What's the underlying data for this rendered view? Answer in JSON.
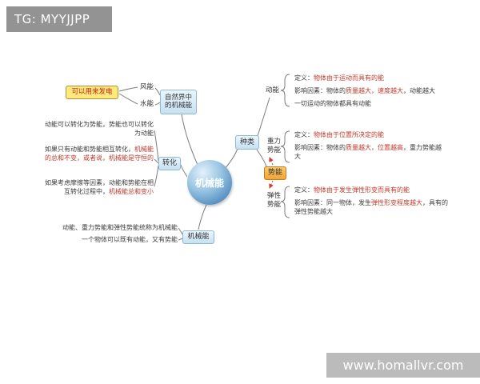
{
  "watermarks": {
    "top_left": "TG: MYYJJPP",
    "bottom_right": "www.homallvr.com"
  },
  "colors": {
    "node_blue": "#c6e1f2",
    "potential_orange": "#f2a435",
    "power_yellow": "#ffe97a",
    "highlight_red": "#c0392b"
  },
  "root": {
    "label": "机械能"
  },
  "types": {
    "label": "种类",
    "kinetic": {
      "label": "动能",
      "def_label": "定义：",
      "def": "物体由于运动而具有的能",
      "factors_label": "影响因素：",
      "factors_1": "物体的",
      "factors_2": "质量越大，速度越大",
      "factors_3": "，动能越大",
      "note": "一切运动的物体都具有动能"
    },
    "potential": {
      "label": "势能"
    },
    "gravitational": {
      "label": "重力势能",
      "def_label": "定义：",
      "def": "物体由于位置所决定的能",
      "factors_label": "影响因素：",
      "factors_1": "物体的",
      "factors_2": "质量越大，位置越高",
      "factors_3": "，重力势能越大"
    },
    "elastic": {
      "label": "弹性势能",
      "def_label": "定义：",
      "def": "物体由于发生弹性形变而具有的能",
      "factors_label": "影响因素：",
      "factors_1": "同一物体，发生",
      "factors_2": "弹性形变程度越大",
      "factors_3": "，具有的弹性势能越大"
    }
  },
  "nature": {
    "label": "自然界中的机械能",
    "wind": "风能",
    "water": "水能",
    "power": "可以用来发电"
  },
  "transform": {
    "label": "转化",
    "p1": "动能可以转化为势能，势能也可以转化为动能",
    "p2_black": "如果只有动能和势能相互转化，",
    "p2_red": "机械能的总和不变，或者说，机械能是守恒的",
    "p3_black": "如果考虑摩擦等因素，动能和势能在相互转化过程中，",
    "p3_red": "机械能总和变小"
  },
  "mechanical": {
    "label": "机械能",
    "p1": "动能、重力势能和弹性势能统称为机械能",
    "p2": "一个物体可以既有动能，又有势能"
  }
}
